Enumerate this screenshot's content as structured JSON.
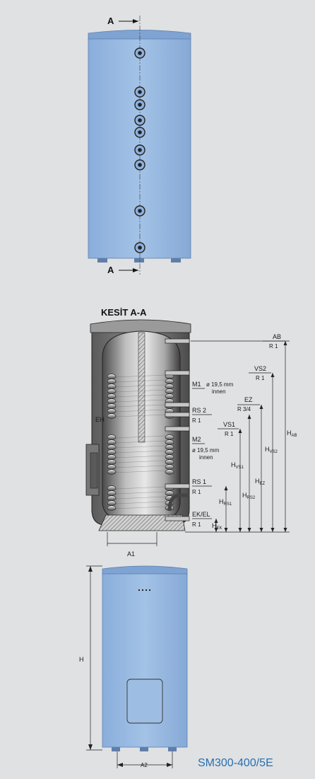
{
  "section_label": "A",
  "section_title": "KESİT A-A",
  "model_name": "SM300-400/5E",
  "connections": {
    "ab": {
      "name": "AB",
      "thread": "R 1"
    },
    "vs2": {
      "name": "VS2",
      "thread": "R 1"
    },
    "m1": {
      "name": "M1",
      "spec": "ø 19,5 mm",
      "note": "innen"
    },
    "ez": {
      "name": "EZ",
      "thread": "R 3/4"
    },
    "rs2": {
      "name": "RS 2",
      "thread": "R 1"
    },
    "vs1": {
      "name": "VS1",
      "thread": "R 1"
    },
    "m2": {
      "name": "M2",
      "spec": "ø 19,5 mm",
      "note": "innen"
    },
    "rs1": {
      "name": "RS 1",
      "thread": "R 1"
    },
    "ekel": {
      "name": "EK/EL",
      "thread": "R 1"
    },
    "eh": {
      "name": "EH"
    }
  },
  "heights": {
    "h_ab": {
      "main": "H",
      "sub": "AB"
    },
    "h_vs2": {
      "main": "H",
      "sub": "VS2"
    },
    "h_ez": {
      "main": "H",
      "sub": "EZ"
    },
    "h_rs2": {
      "main": "H",
      "sub": "RS2"
    },
    "h_vs1": {
      "main": "H",
      "sub": "VS1"
    },
    "h_rs1": {
      "main": "H",
      "sub": "RS1"
    },
    "h_ek": {
      "main": "H",
      "sub": "EK"
    }
  },
  "dims": {
    "a1": "A1",
    "a2": "A2",
    "h": "H"
  },
  "colors": {
    "tank_blue": "#9ab9de",
    "background": "#dfe1e3",
    "model_text": "#2a6fb0"
  }
}
